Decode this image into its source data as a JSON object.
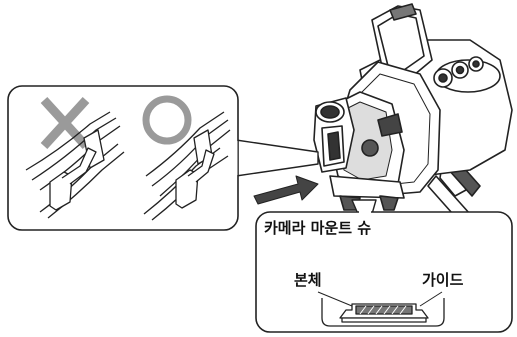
{
  "callout": {
    "title": "카메라 마운트 슈",
    "label_body": "본체",
    "label_guide": "가이드"
  },
  "comparison": {
    "wrong_mark": "✕",
    "correct_mark": "○"
  },
  "colors": {
    "line": "#222222",
    "panel_fill": "#ffffff",
    "arrow": "#444444",
    "gray_fill": "#9a9a9a",
    "dark_fill": "#333333"
  }
}
